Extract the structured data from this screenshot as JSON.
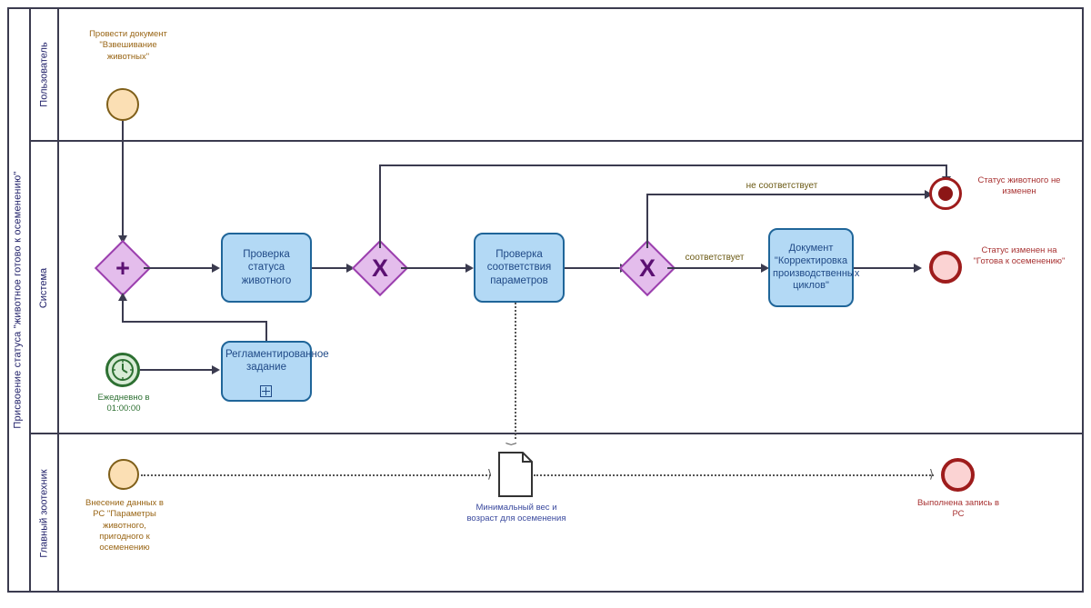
{
  "diagram": {
    "type": "bpmn",
    "pool_label": "Присвоение статуса \"животное готово к осеменению\"",
    "lanes": [
      {
        "id": "user",
        "label": "Пользователь"
      },
      {
        "id": "system",
        "label": "Система"
      },
      {
        "id": "zootech",
        "label": "Главный зоотехник"
      }
    ],
    "events": {
      "start_user": {
        "label": "Провести документ \"Взвешивание животных\"",
        "kind": "start-event",
        "lane": "user"
      },
      "timer": {
        "label": "Ежедневно в 01:00:00",
        "kind": "timer-start-event",
        "lane": "system"
      },
      "start_zootech": {
        "label": "Внесение данных в РС \"Параметры животного, пригодного к осеменению",
        "kind": "start-event",
        "lane": "zootech"
      },
      "end_not_changed": {
        "label": "Статус животного не изменен",
        "kind": "end-event-terminate",
        "lane": "system"
      },
      "end_changed": {
        "label": "Статус изменен на \"Готова к осеменению\"",
        "kind": "end-event",
        "lane": "system"
      },
      "end_record": {
        "label": "Выполнена запись в РС",
        "kind": "end-event",
        "lane": "zootech"
      }
    },
    "tasks": {
      "check_status": {
        "label": "Проверка статуса животного",
        "lane": "system"
      },
      "scheduled_job": {
        "label": "Регламентированное задание",
        "lane": "system",
        "marker": "sub-process-marker"
      },
      "check_params": {
        "label": "Проверка соответствия параметров",
        "lane": "system"
      },
      "document": {
        "label": "Документ \"Корректировка производственных циклов\"",
        "lane": "system"
      }
    },
    "gateways": {
      "parallel": {
        "marker": "+",
        "type": "parallel-gateway",
        "lane": "system"
      },
      "xor1": {
        "marker": "X",
        "type": "exclusive-gateway",
        "lane": "system"
      },
      "xor2": {
        "marker": "X",
        "type": "exclusive-gateway",
        "lane": "system"
      }
    },
    "data_objects": {
      "min_weight": {
        "label": "Минимальный вес и возраст для осеменения",
        "lane": "zootech"
      }
    },
    "flow_labels": {
      "not_match": "не соответствует",
      "match": "соответствует"
    },
    "colors": {
      "task_fill": "#b3d9f5",
      "task_stroke": "#1f6599",
      "gateway_fill": "#e4bdec",
      "gateway_stroke": "#9b3fae",
      "gateway_mark": "#5b1072",
      "start_fill": "#fbdfb4",
      "start_stroke": "#7f5f19",
      "timer_fill": "#d8ecd6",
      "timer_stroke": "#2d7032",
      "end_fill": "#fbd3d3",
      "end_stroke": "#9e1c1c",
      "end_terminate_fill": "#8c1616",
      "connector": "#3b3b4f",
      "lane_label": "#23236b"
    }
  }
}
